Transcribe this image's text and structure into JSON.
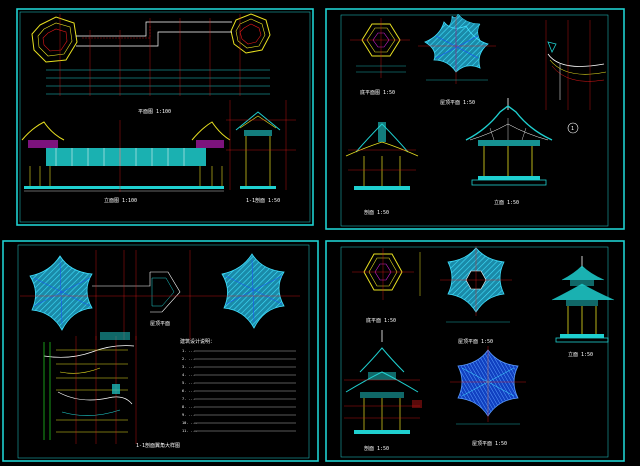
{
  "sheets": [
    {
      "id": "sheet-1",
      "labels": {
        "plan": "平面图 1:100",
        "elevation": "立面图 1:100",
        "section": "1-1剖面 1:50"
      }
    },
    {
      "id": "sheet-2",
      "labels": {
        "base_plan": "底平面图 1:50",
        "roof_plan": "屋顶平面 1:50",
        "section": "剖面 1:50",
        "elevation": "立面 1:50",
        "marker": "1"
      }
    },
    {
      "id": "sheet-3",
      "labels": {
        "roof_plan": "屋顶平面",
        "notes_title": "建筑设计说明：",
        "detail": "1-1剖面翼角大样图"
      },
      "notes": [
        "1. ...",
        "2. ...",
        "3. ...",
        "4. ...",
        "5. ...",
        "6. ...",
        "7. ...",
        "8. ...",
        "9. ...",
        "10. ...",
        "11. ..."
      ]
    },
    {
      "id": "sheet-4",
      "labels": {
        "base_plan": "底平面 1:50",
        "roof_plan_1": "屋顶平面 1:50",
        "elevation": "立面 1:50",
        "section": "剖面 1:50",
        "roof_plan_2": "屋顶平面 1:50"
      }
    }
  ],
  "colors": {
    "background": "#000000",
    "frame": "#1fd0d0",
    "cyan": "#22d8e8",
    "red": "#e01818",
    "white": "#ffffff",
    "yellow": "#e8e020",
    "blue": "#2060f0",
    "green": "#20c020",
    "magenta": "#d020d0"
  }
}
